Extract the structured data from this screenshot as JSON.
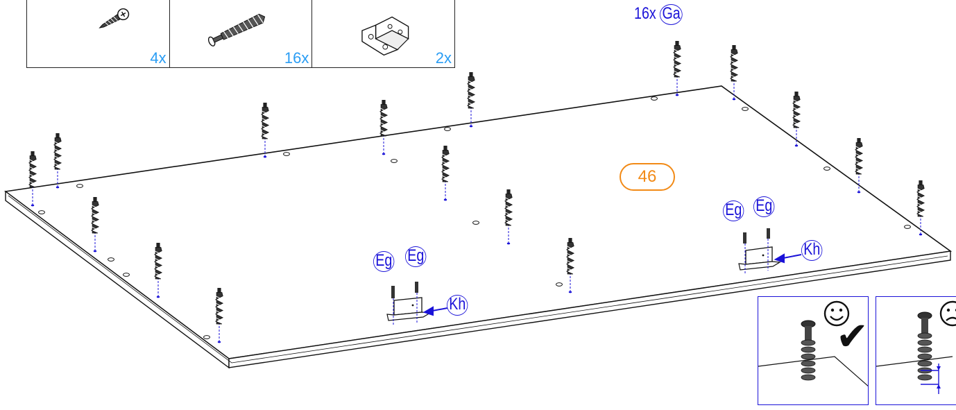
{
  "parts": [
    {
      "name": "screw",
      "qty": "4x"
    },
    {
      "name": "dowel",
      "qty": "16x"
    },
    {
      "name": "bracket",
      "qty": "2x"
    }
  ],
  "step": {
    "number": "46"
  },
  "callouts": {
    "dowel_count": "16x",
    "dowel_code": "Ga",
    "screw_code": "Eg",
    "bracket_code": "Kh"
  },
  "checks": {
    "good_icon": "smiley-icon",
    "good_mark": "✔",
    "bad_icon": "frown-icon"
  },
  "colors": {
    "label_blue": "#1a12d8",
    "qty_blue": "#2a9df4",
    "step_orange": "#f28a16"
  }
}
